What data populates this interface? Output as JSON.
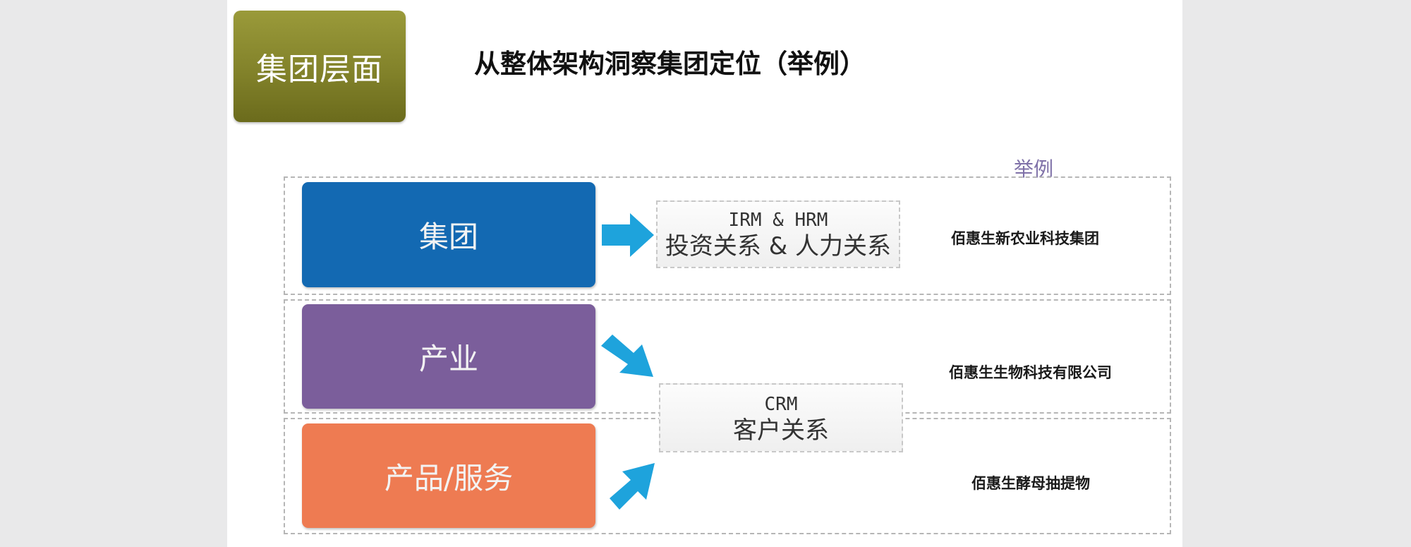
{
  "badge": "集团层面",
  "title": "从整体架构洞察集团定位（举例）",
  "example_label": "举例",
  "levels": [
    {
      "label": "集团",
      "color": "#1369b2"
    },
    {
      "label": "产业",
      "color": "#7b5e9b"
    },
    {
      "label": "产品/服务",
      "color": "#ee7b52"
    }
  ],
  "relations": [
    {
      "line1": "IRM & HRM",
      "line2": "投资关系 & 人力关系"
    },
    {
      "line1": "CRM",
      "line2": "客户关系"
    }
  ],
  "companies": [
    "佰惠生新农业科技集团",
    "佰惠生生物科技有限公司",
    "佰惠生酵母抽提物"
  ],
  "colors": {
    "badge": "#82822a",
    "arrow": "#1ea3dc",
    "example_label": "#7f71a8"
  },
  "icons": [
    "arrow-right-icon",
    "arrow-down-right-icon",
    "arrow-up-right-icon"
  ]
}
